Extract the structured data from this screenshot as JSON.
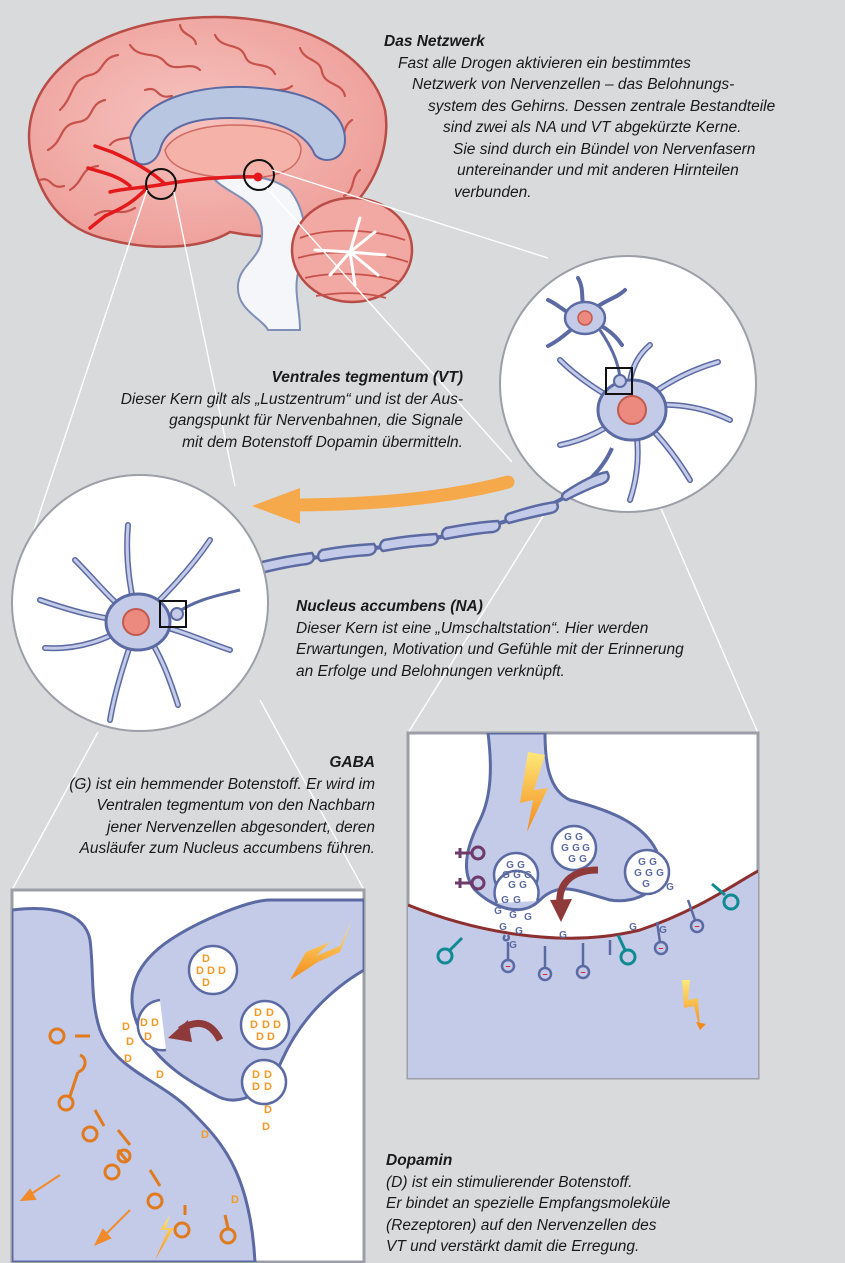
{
  "netzwerk": {
    "title": "Das Netzwerk",
    "lines": [
      "Fast alle Drogen aktivieren ein bestimmtes",
      "Netzwerk von Nervenzellen – das Belohnungs-",
      "system des Gehirns. Dessen zentrale Bestandteile",
      "sind zwei als NA und VT abgekürzte Kerne.",
      "Sie sind durch ein Bündel von Nervenfasern",
      "untereinander und mit anderen Hirnteilen",
      "verbunden."
    ]
  },
  "vt": {
    "title": "Ventrales tegmentum (VT)",
    "lines": [
      "Dieser Kern gilt als „Lustzentrum“ und ist der Aus-",
      "gangspunkt für Nervenbahnen, die Signale",
      "mit dem Botenstoff Dopamin übermitteln."
    ]
  },
  "na": {
    "title": "Nucleus accumbens (NA)",
    "lines": [
      "Dieser Kern ist eine „Umschaltstation“. Hier werden",
      "Erwartungen, Motivation und Gefühle mit der Erinnerung",
      "an Erfolge und Belohnungen verknüpft."
    ]
  },
  "gaba": {
    "title": "GABA",
    "lines": [
      "(G) ist ein hemmender Botenstoff. Er wird im",
      "Ventralen tegmentum von den Nachbarn",
      "jener Nervenzellen abgesondert, deren",
      "Ausläufer zum Nucleus accumbens führen."
    ]
  },
  "dopamin": {
    "title": "Dopamin",
    "lines": [
      "(D) ist ein stimulierender Botenstoff.",
      "Er bindet an spezielle Empfangsmoleküle",
      "(Rezeptoren) auf den Nervenzellen des",
      "VT und verstärkt damit die Erregung."
    ]
  },
  "symbols": {
    "gaba_letter": "G",
    "dopamin_letter": "D",
    "minus": "–",
    "plus": "+"
  },
  "colors": {
    "background": "#d9dadc",
    "brain_pink": "#f2aaa6",
    "pathway_red": "#e3191b",
    "neuron_fill": "#c3cbe8",
    "neuron_stroke": "#5c6aa3",
    "nucleus_red": "#ec8a80",
    "arrow_orange": "#f6a94a",
    "arrow_darkred": "#8e3a3a",
    "receptor_teal": "#0f8a93",
    "receptor_orange": "#e07a1c",
    "receptor_purple": "#6e3a6a"
  }
}
